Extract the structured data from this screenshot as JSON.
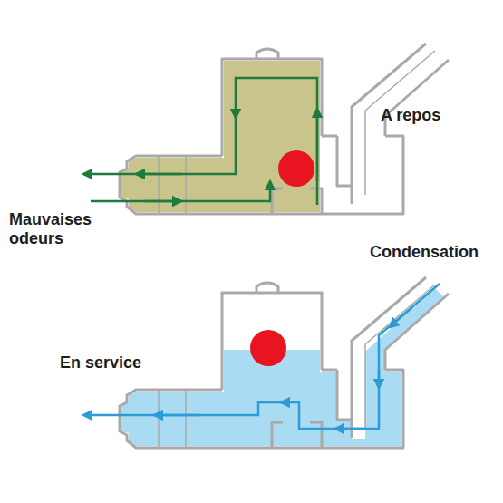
{
  "diagram": {
    "labels": [
      "A repos",
      "Mauvaises odeurs",
      "Condensation",
      "En service"
    ]
  }
}
